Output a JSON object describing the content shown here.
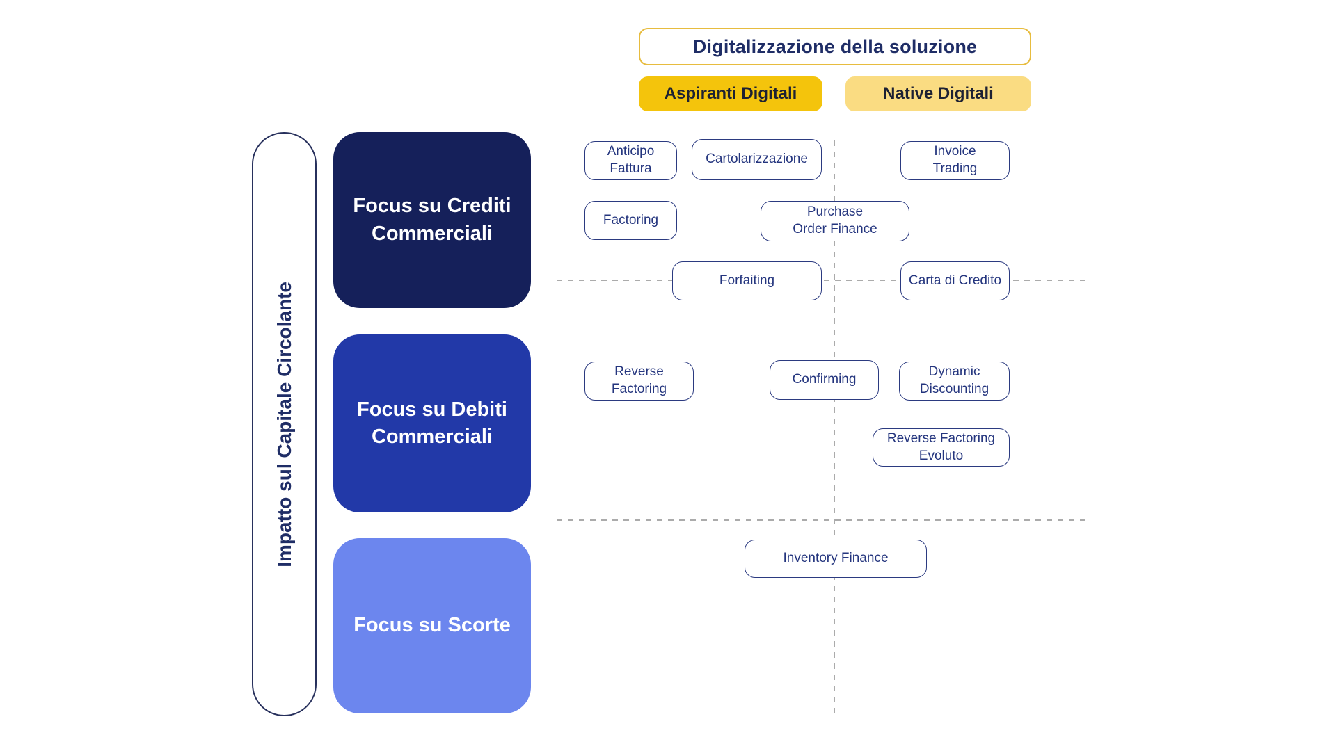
{
  "diagram": {
    "title": "Digitalizzazione della soluzione",
    "x_axis": {
      "columns": [
        {
          "id": "aspiranti-digitali",
          "label": "Aspiranti Digitali"
        },
        {
          "id": "native-digitali",
          "label": "Native Digitali"
        }
      ]
    },
    "y_axis": {
      "label": "Impatto sul Capitale Circolante"
    },
    "rows": [
      {
        "id": "crediti-commerciali",
        "label": "Focus su Crediti\nCommerciali"
      },
      {
        "id": "debiti-commerciali",
        "label": "Focus su Debiti\nCommerciali"
      },
      {
        "id": "scorte",
        "label": "Focus su Scorte"
      }
    ],
    "solutions": {
      "anticipo_fattura": "Anticipo\nFattura",
      "cartolarizzazione": "Cartolarizzazione",
      "invoice_trading": "Invoice\nTrading",
      "factoring": "Factoring",
      "purchase_order_finance": "Purchase\nOrder Finance",
      "forfaiting": "Forfaiting",
      "carta_di_credito": "Carta di Credito",
      "reverse_factoring": "Reverse\nFactoring",
      "confirming": "Confirming",
      "dynamic_discounting": "Dynamic\nDiscounting",
      "reverse_factoring_evoluto": "Reverse Factoring\nEvoluto",
      "inventory_finance": "Inventory Finance"
    },
    "colors": {
      "title_border": "#E7BC3F",
      "aspiranti_bg": "#F4C40C",
      "native_bg": "#FADC82",
      "row_crediti_bg": "#15205A",
      "row_debiti_bg": "#2239A8",
      "row_scorte_bg": "#6C86EE",
      "navy_text": "#1F2D66",
      "chip_border": "#2B3A80",
      "dashed_line": "#ABABAB",
      "background": "#FFFFFF"
    }
  }
}
